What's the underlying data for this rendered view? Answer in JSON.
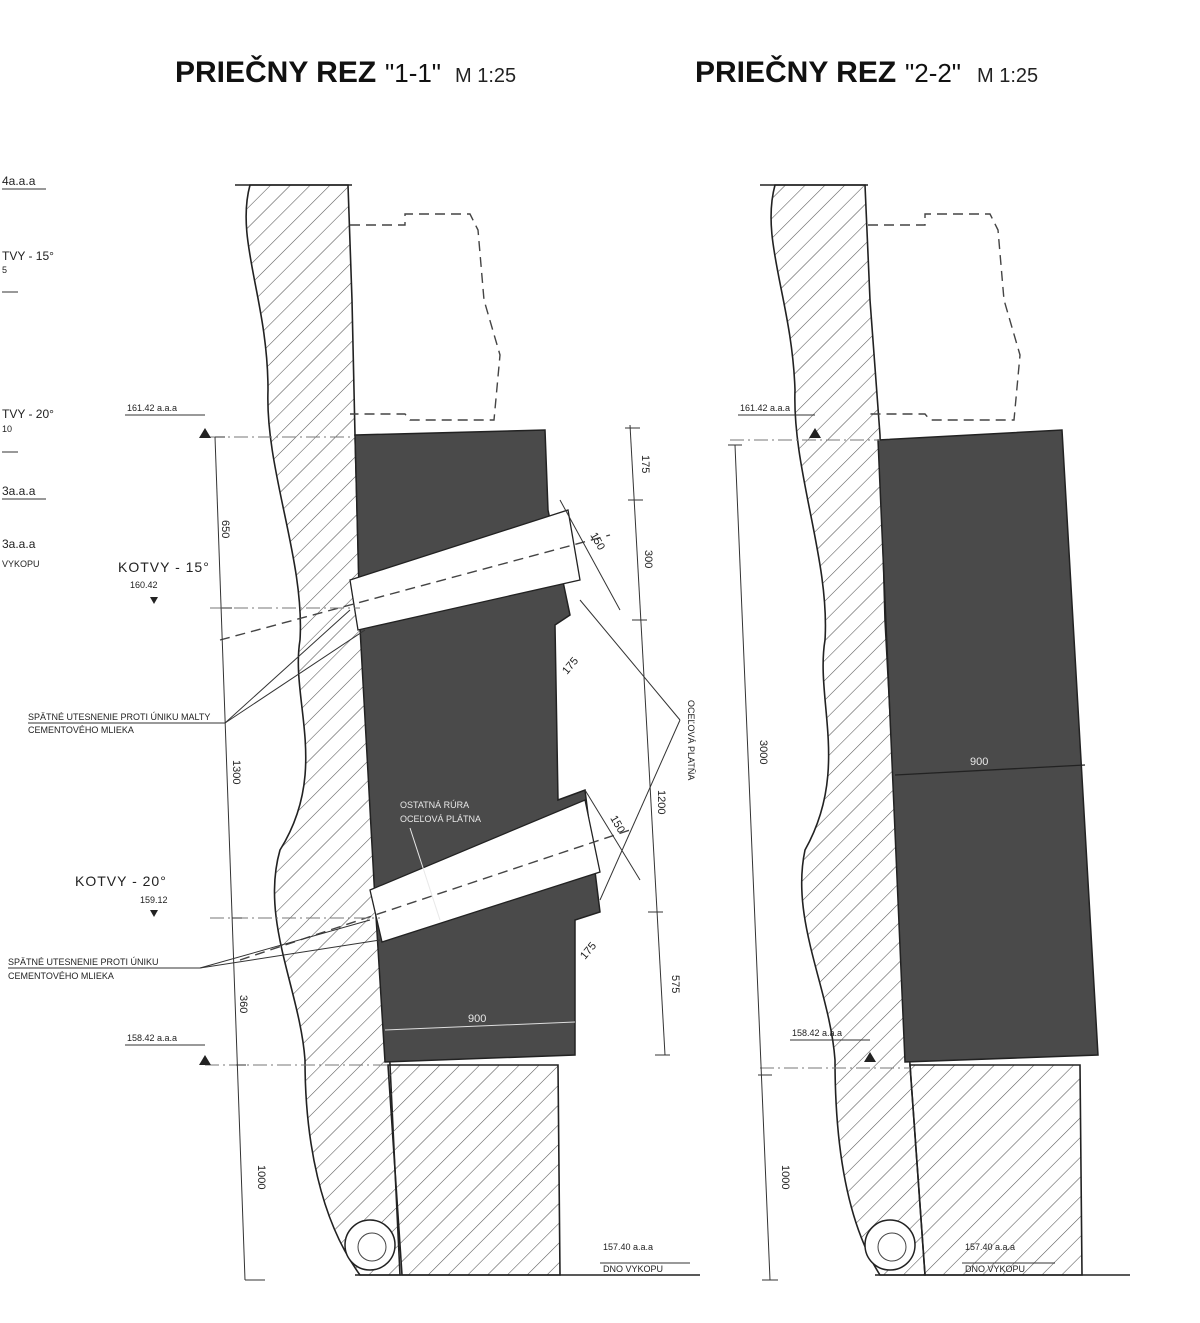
{
  "section_left": {
    "title": "PRIEČNY REZ",
    "id": "\"1-1\"",
    "scale": "M 1:25",
    "left_margin_texts": [
      "4a.a.a",
      "TVY - 15°",
      "5",
      "TVY - 20°",
      "10",
      "3a.a.a",
      "3a.a.a",
      "VYKOPU"
    ],
    "level_top": "161.42 a.a.a",
    "level_bottom": "158.42 a.a.a",
    "level_base": "157.40 a.a.a",
    "level_base_note": "DNO VYKOPU",
    "anchor_1": {
      "label": "KOTVY - 15°",
      "level": "160.42"
    },
    "anchor_2": {
      "label": "KOTVY - 20°",
      "level": "159.12"
    },
    "note_1_line1": "SPÄTNÉ UTESNENIE PROTI ÚNIKU MALTY",
    "note_1_line2": "CEMENTOVÉHO MLIEKA",
    "note_2_line1": "SPÄTNÉ UTESNENIE PROTI ÚNIKU",
    "note_2_line2": "CEMENTOVÉHO MLIEKA",
    "drill_hole_line1": "OSTATNÁ RÚRA",
    "drill_hole_line2": "OCEĽOVÁ PLÁTNA",
    "plate_note": "OCEĽOVÁ PLATŇA",
    "dims_left": [
      "650",
      "1300",
      "360",
      "1000"
    ],
    "dims_right": [
      "175",
      "300",
      "1200",
      "575"
    ],
    "width_dim": "900",
    "anchor_dims": [
      "150",
      "150",
      "175",
      "175"
    ]
  },
  "section_right": {
    "title": "PRIEČNY REZ",
    "id": "\"2-2\"",
    "scale": "M 1:25",
    "level_top": "161.42 a.a.a",
    "level_bottom": "158.42 a.a.a",
    "level_base": "157.40 a.a.a",
    "level_base_note": "DNO VYKOPU",
    "dims_left": [
      "3000",
      "1000"
    ],
    "width_dim": "900"
  }
}
